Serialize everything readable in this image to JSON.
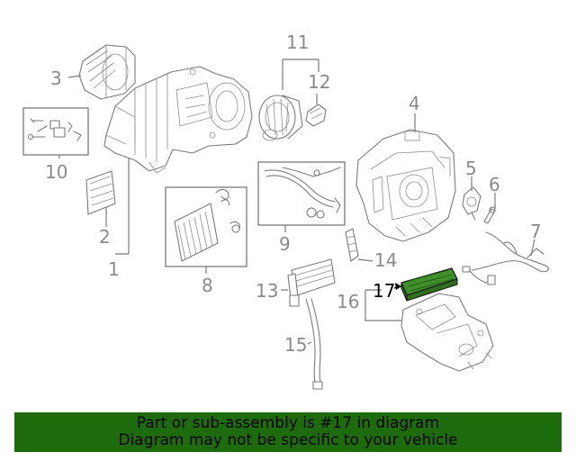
{
  "callouts": {
    "c1": "1",
    "c2": "2",
    "c3": "3",
    "c4": "4",
    "c5": "5",
    "c6": "6",
    "c7": "7",
    "c8": "8",
    "c9": "9",
    "c10": "10",
    "c11": "11",
    "c12": "12",
    "c13": "13",
    "c14": "14",
    "c15": "15",
    "c16": "16",
    "c17": "17"
  },
  "highlight": {
    "part_number": "17",
    "color": "#3f8f2b"
  },
  "banner": {
    "line1": "Part or sub-assembly is #17 in diagram",
    "line2": "Diagram may not be specific to your vehicle",
    "background": "#1e6b0d"
  }
}
